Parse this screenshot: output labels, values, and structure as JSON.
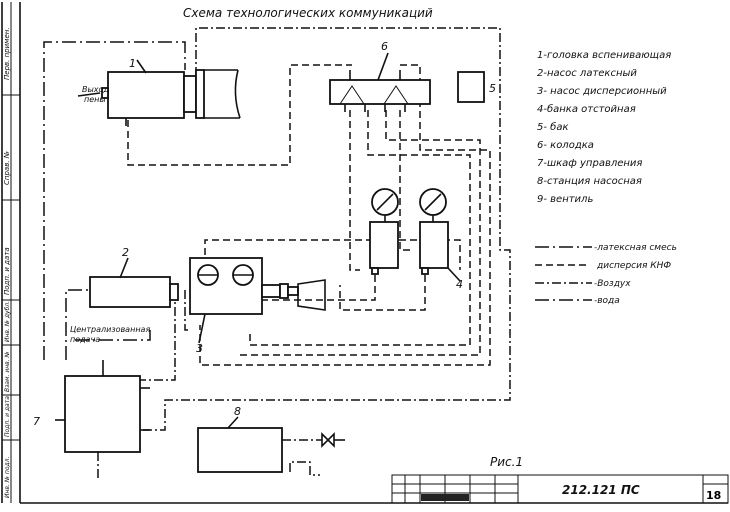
{
  "title": "Схема технологических коммуникаций",
  "component_numbers": [
    "1",
    "2",
    "3",
    "4",
    "5",
    "6",
    "7",
    "8"
  ],
  "labels": {
    "outlet": "Выход\nпены",
    "central_feed": "Централизованная\nподача"
  },
  "legend_components": [
    "1-головка вспенивающая",
    "2-насос латексный",
    "3- насос дисперсионный",
    "4-банка отстойная",
    "5- бак",
    "6- колодка",
    "7-шкаф управления",
    "8-станция насосная",
    "9- вентиль"
  ],
  "legend_lines": [
    {
      "style": "latex",
      "text": "-латексная смесь"
    },
    {
      "style": "dispersion",
      "text": "дисперсия КНФ"
    },
    {
      "style": "air",
      "text": "-Воздух"
    },
    {
      "style": "water",
      "text": "-вода"
    }
  ],
  "figure_caption": "Рис.1",
  "stamp_code": "212.121 ПС",
  "sheet_number": "18",
  "side_labels": [
    "Перв. примен.",
    "Справ. №",
    "Подп. и дата",
    "Инв. № дубл.",
    "Взам. инв. №",
    "Подп. и дата",
    "Инв. № подл."
  ]
}
